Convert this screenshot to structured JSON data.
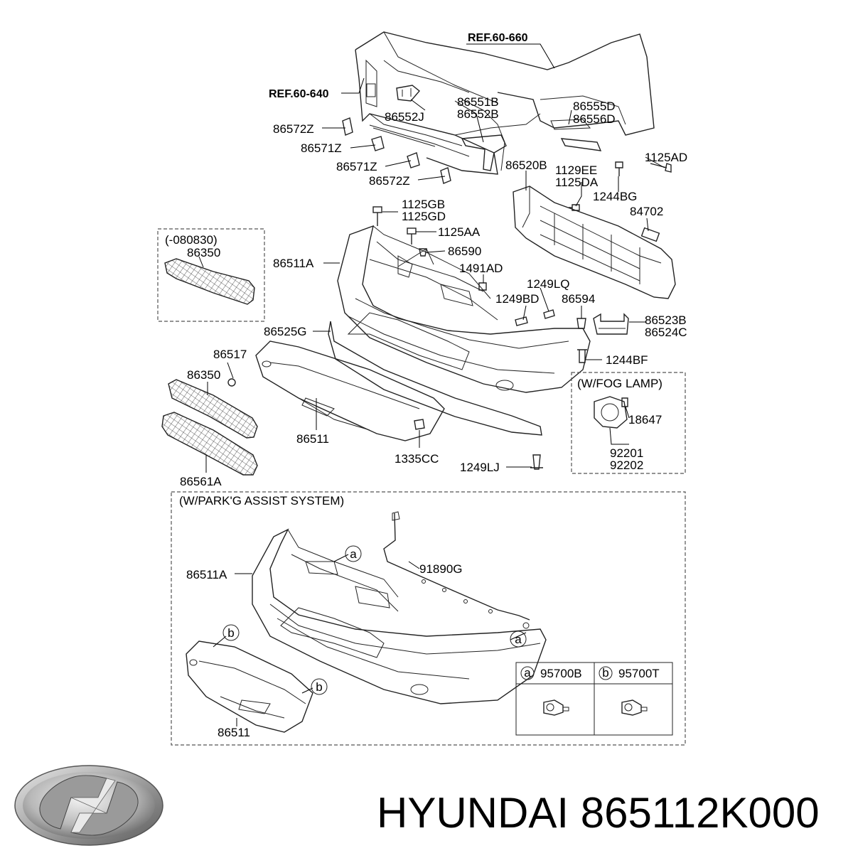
{
  "references": [
    {
      "id": "ref-60-660",
      "text": "REF.60-660"
    },
    {
      "id": "ref-60-640",
      "text": "REF.60-640"
    }
  ],
  "labels": [
    {
      "id": "l-86551b",
      "text": "86551B"
    },
    {
      "id": "l-86552b",
      "text": "86552B"
    },
    {
      "id": "l-86552j",
      "text": "86552J"
    },
    {
      "id": "l-86555d",
      "text": "86555D"
    },
    {
      "id": "l-86556d",
      "text": "86556D"
    },
    {
      "id": "l-86572z-a",
      "text": "86572Z"
    },
    {
      "id": "l-86571z-a",
      "text": "86571Z"
    },
    {
      "id": "l-86571z-b",
      "text": "86571Z"
    },
    {
      "id": "l-86572z-b",
      "text": "86572Z"
    },
    {
      "id": "l-1125ad",
      "text": "1125AD"
    },
    {
      "id": "l-86520b",
      "text": "86520B"
    },
    {
      "id": "l-1129ee",
      "text": "1129EE"
    },
    {
      "id": "l-1125da",
      "text": "1125DA"
    },
    {
      "id": "l-1244bg",
      "text": "1244BG"
    },
    {
      "id": "l-84702",
      "text": "84702"
    },
    {
      "id": "l-1125gb",
      "text": "1125GB"
    },
    {
      "id": "l-1125gd",
      "text": "1125GD"
    },
    {
      "id": "l-1125aa",
      "text": "1125AA"
    },
    {
      "id": "l-86590",
      "text": "86590"
    },
    {
      "id": "l-1491ad",
      "text": "1491AD"
    },
    {
      "id": "l-86511a-top",
      "text": "86511A"
    },
    {
      "id": "l-1249lq",
      "text": "1249LQ"
    },
    {
      "id": "l-1249bd",
      "text": "1249BD"
    },
    {
      "id": "l-86594",
      "text": "86594"
    },
    {
      "id": "l-86523b",
      "text": "86523B"
    },
    {
      "id": "l-86524c",
      "text": "86524C"
    },
    {
      "id": "l-86525g",
      "text": "86525G"
    },
    {
      "id": "l-1244bf",
      "text": "1244BF"
    },
    {
      "id": "l-86517",
      "text": "86517"
    },
    {
      "id": "l-86350-b",
      "text": "86350"
    },
    {
      "id": "l-86511-top",
      "text": "86511"
    },
    {
      "id": "l-1335cc",
      "text": "1335CC"
    },
    {
      "id": "l-1249lj",
      "text": "1249LJ"
    },
    {
      "id": "l-86561a",
      "text": "86561A"
    },
    {
      "id": "l-18647",
      "text": "18647"
    },
    {
      "id": "l-92201",
      "text": "92201"
    },
    {
      "id": "l-92202",
      "text": "92202"
    },
    {
      "id": "l-86511a-bot",
      "text": "86511A"
    },
    {
      "id": "l-91890g",
      "text": "91890G"
    },
    {
      "id": "l-86511-bot",
      "text": "86511"
    }
  ],
  "boxes": {
    "early_grille": {
      "title": "(-080830)",
      "part": "86350"
    },
    "fog_lamp": {
      "title": "(W/FOG LAMP)"
    },
    "park_assist": {
      "title": "(W/PARK'G ASSIST SYSTEM)"
    }
  },
  "callouts": {
    "a": "a",
    "b": "b"
  },
  "legend": {
    "items": [
      {
        "key": "a",
        "part": "95700B"
      },
      {
        "key": "b",
        "part": "95700T"
      }
    ]
  },
  "footer": {
    "brand_logo": "hyundai-logo",
    "caption": "HYUNDAI 865112K000"
  }
}
